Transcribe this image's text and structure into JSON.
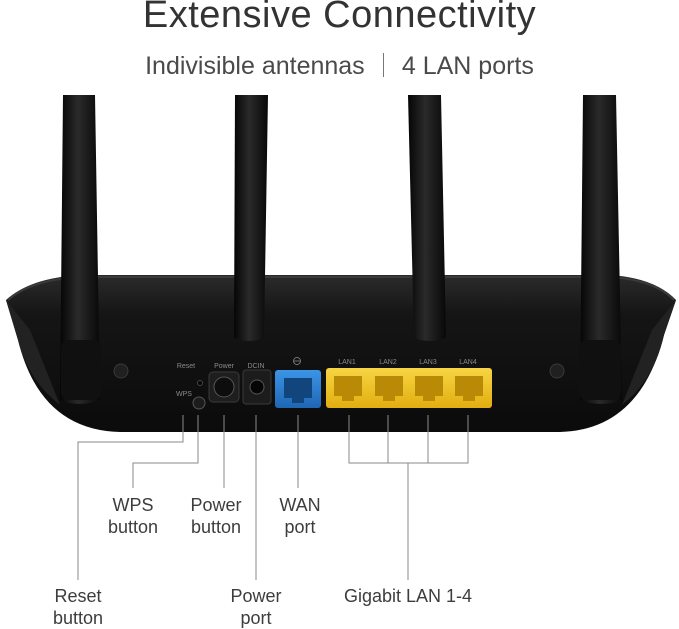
{
  "header": {
    "title": "Extensive Connectivity",
    "subtitle_left": "Indivisible antennas",
    "subtitle_right": "4 LAN ports"
  },
  "router_panel_text": {
    "reset": "Reset",
    "wps": "WPS",
    "power": "Power",
    "dcin": "DCIN",
    "lan1": "LAN1",
    "lan2": "LAN2",
    "lan3": "LAN3",
    "lan4": "LAN4"
  },
  "callouts": {
    "wps_button": {
      "line1": "WPS",
      "line2": "button"
    },
    "power_button": {
      "line1": "Power",
      "line2": "button"
    },
    "wan_port": {
      "line1": "WAN",
      "line2": "port"
    },
    "reset_button": {
      "line1": "Reset",
      "line2": "button"
    },
    "power_port": {
      "line1": "Power",
      "line2": "port"
    },
    "gigabit_lan": {
      "line1": "Gigabit LAN 1-4"
    }
  },
  "colors": {
    "router_body": "#141414",
    "lan_port": "#f2c21a",
    "wan_port": "#2a7fd0",
    "callout_line": "#8a8a8a"
  }
}
